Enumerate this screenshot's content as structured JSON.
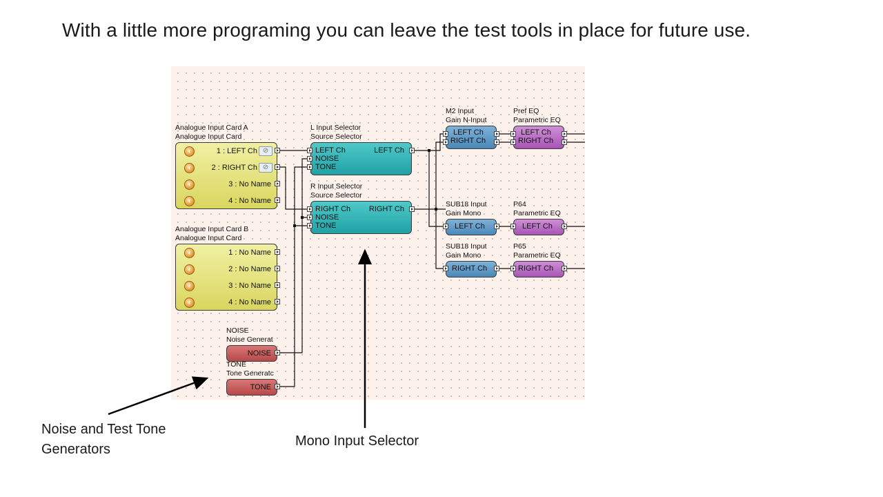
{
  "slide": {
    "title": "With a little more programing you can leave the test tools in place for future use."
  },
  "annotations": {
    "generators": [
      "Noise and Test Tone",
      "Generators"
    ],
    "selector": "Mono Input Selector"
  },
  "colors": {
    "canvas_bg": "#fdf1ec",
    "input_card": "#e2df70",
    "source_selector": "#2eb0b3",
    "gain": "#5f9ac8",
    "parametric_eq": "#b868c4",
    "generator": "#c65d5d",
    "wire": "#111111"
  },
  "card_a": {
    "title": "Analogue Input Card A",
    "subtitle": "Analogue Input Card",
    "channels": [
      "1 : LEFT Ch",
      "2 : RIGHT Ch",
      "3 : No Name",
      "4 : No Name"
    ]
  },
  "card_b": {
    "title": "Analogue Input Card B",
    "subtitle": "Analogue Input Card",
    "channels": [
      "1 : No Name",
      "2 : No Name",
      "3 : No Name",
      "4 : No Name"
    ]
  },
  "l_selector": {
    "title": "L Input Selector",
    "subtitle": "Source Selector",
    "inputs": [
      "LEFT Ch",
      "NOISE",
      "TONE"
    ],
    "output": "LEFT Ch"
  },
  "r_selector": {
    "title": "R Input Selector",
    "subtitle": "Source Selector",
    "inputs": [
      "RIGHT Ch",
      "NOISE",
      "TONE"
    ],
    "output": "RIGHT Ch"
  },
  "m2": {
    "title": "M2 Input",
    "subtitle": "Gain N-Input",
    "channels": [
      "LEFT Ch",
      "RIGHT Ch"
    ]
  },
  "pref_eq": {
    "title": "Pref EQ",
    "subtitle": "Parametric EQ",
    "channels": [
      "LEFT Ch",
      "RIGHT Ch"
    ]
  },
  "sub18_left": {
    "title": "SUB18 Input",
    "subtitle": "Gain Mono",
    "channel": "LEFT Ch"
  },
  "p64": {
    "title": "P64",
    "subtitle": "Parametric EQ",
    "channel": "LEFT Ch"
  },
  "sub18_right": {
    "title": "SUB18 Input",
    "subtitle": "Gain Mono",
    "channel": "RIGHT Ch"
  },
  "p65": {
    "title": "P65",
    "subtitle": "Parametric EQ",
    "channel": "RIGHT Ch"
  },
  "noise_gen": {
    "title": "NOISE",
    "subtitle": "Noise Generat",
    "output": "NOISE"
  },
  "tone_gen": {
    "title": "TONE",
    "subtitle": "Tone Generatc",
    "output": "TONE"
  }
}
